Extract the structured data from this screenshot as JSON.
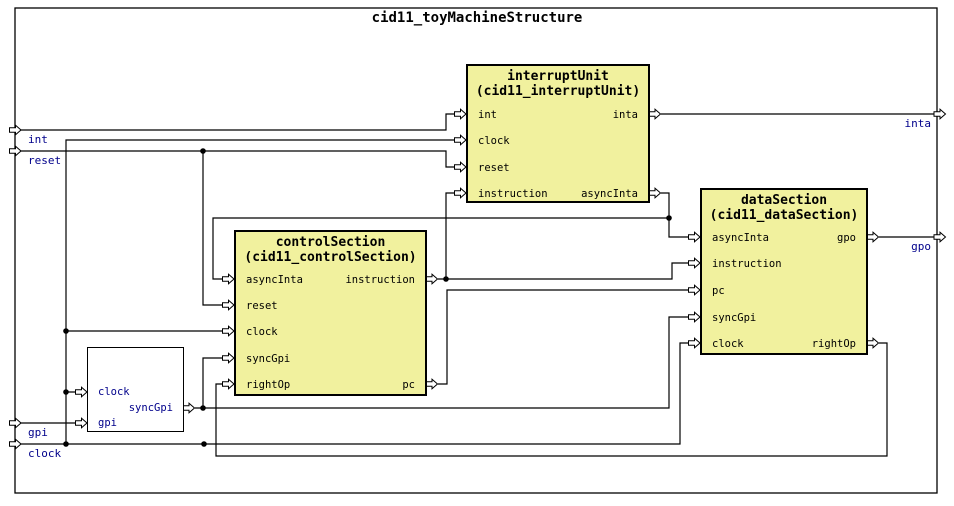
{
  "diagram": {
    "title": "cid11_toyMachineStructure",
    "colors": {
      "block_fill": "#f1f19e",
      "block_border": "#000000",
      "wire": "#000000",
      "outer_port_label": "#00008b",
      "pin_label": "#000000"
    },
    "blocks": {
      "interruptUnit": {
        "name": "interruptUnit",
        "type": "(cid11_interruptUnit)",
        "pins_left": [
          "int",
          "clock",
          "reset",
          "instruction"
        ],
        "pins_right": [
          "inta",
          "asyncInta"
        ]
      },
      "controlSection": {
        "name": "controlSection",
        "type": "(cid11_controlSection)",
        "pins_left": [
          "asyncInta",
          "reset",
          "clock",
          "syncGpi",
          "rightOp"
        ],
        "pins_right": [
          "instruction",
          "pc"
        ]
      },
      "dataSection": {
        "name": "dataSection",
        "type": "(cid11_dataSection)",
        "pins_left": [
          "asyncInta",
          "instruction",
          "pc",
          "syncGpi",
          "clock"
        ],
        "pins_right": [
          "gpo",
          "rightOp"
        ]
      },
      "syncUnit": {
        "pins_left": [
          "clock",
          "gpi"
        ],
        "pins_right": [
          "syncGpi"
        ]
      }
    },
    "ports": {
      "left": [
        "int",
        "reset",
        "gpi",
        "clock"
      ],
      "right": [
        "inta",
        "gpo"
      ]
    }
  }
}
